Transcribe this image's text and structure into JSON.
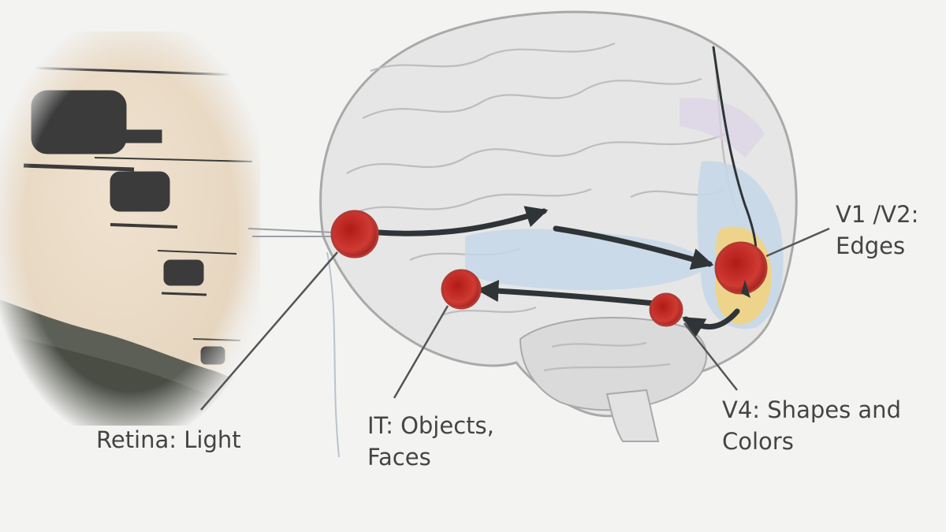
{
  "diagram": {
    "labels": {
      "retina": "Retina: Light",
      "it_line1": "IT: Objects,",
      "it_line2": "Faces",
      "v1v2_line1": "V1 /V2:",
      "v1v2_line2": "Edges",
      "v4_line1": "V4: Shapes and",
      "v4_line2": "Colors"
    },
    "colors": {
      "background": "#f3f3f2",
      "brain_fill": "#e6e6e6",
      "brain_outline": "#a9a9a9",
      "node_red": "#c42a26",
      "arrow": "#2f3437",
      "highlight_blue": "#c5d7e8",
      "highlight_yellow": "#eed48a",
      "label_text": "#444444"
    },
    "photo": {
      "subject": "helicopters-photo"
    }
  }
}
